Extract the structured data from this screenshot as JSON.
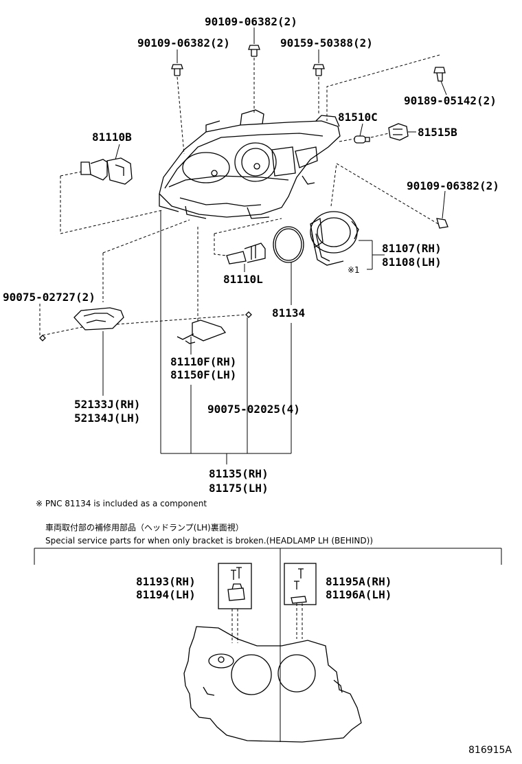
{
  "parts": {
    "p90109_top": "90109-06382(2)",
    "p90109_left": "90109-06382(2)",
    "p90159": "90159-50388(2)",
    "p90189": "90189-05142(2)",
    "p81510c": "81510C",
    "p81515b": "81515B",
    "p81110b": "81110B",
    "p90109_right": "90109-06382(2)",
    "p81107": "81107(RH)",
    "p81108": "81108(LH)",
    "note_mark_small": "※1",
    "p81110l": "81110L",
    "p81134": "81134",
    "p90075_02727": "90075-02727(2)",
    "p81110f": "81110F(RH)",
    "p81150f": "81150F(LH)",
    "p52133j": "52133J(RH)",
    "p52134j": "52134J(LH)",
    "p90075_02025": "90075-02025(4)",
    "p81135": "81135(RH)",
    "p81175": "81175(LH)",
    "p81193": "81193(RH)",
    "p81194": "81194(LH)",
    "p81195a": "81195A(RH)",
    "p81196a": "81196A(LH)"
  },
  "notes": {
    "component_note": "※ PNC 81134 is included as a component",
    "jp_caption": "車両取付部の補修用部品（ヘッドランプ(LH)裏面視）",
    "en_caption": "Special service parts for when only bracket is broken.(HEADLAMP LH (BEHIND))"
  },
  "diagram_id": "816915A"
}
